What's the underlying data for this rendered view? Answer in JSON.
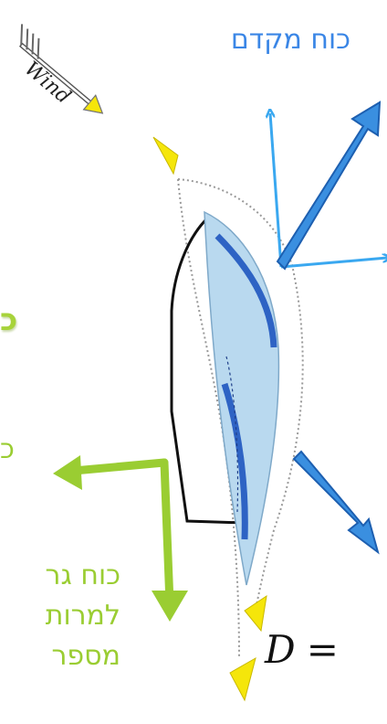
{
  "labels": {
    "wind": "Wind",
    "forward_force": "כוח מקדם",
    "green_fragment_1": "כ",
    "green_fragment_2": "כ",
    "green_line_1": "כוח גר",
    "green_line_2": "למרות",
    "green_line_3": "מספר",
    "formula_symbol": "D",
    "formula_equals": "="
  },
  "colors": {
    "thin_arrow": "#3aa8f0",
    "thick_arrow": "#3a8fe0",
    "thick_arrow_outline": "#1d5fb0",
    "sail_fill": "#b9d9ef",
    "sail_stripe": "#2e63c4",
    "green_arrow": "#9acd32",
    "yellow_arrowhead": "#f5e60a",
    "hull_line": "#111111"
  },
  "icons": [
    "wind-arrow-icon"
  ]
}
